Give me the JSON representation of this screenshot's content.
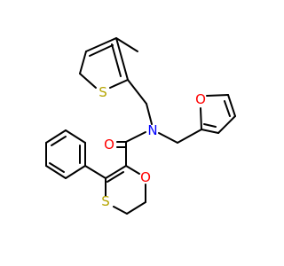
{
  "colors": {
    "background": "#ffffff",
    "bond": "#000000",
    "sulfur": "#b5a400",
    "oxygen": "#ff0000",
    "nitrogen": "#0000ff"
  },
  "atom_labels": {
    "S_thiophene": "S",
    "N_amide": "N",
    "O_furan": "O",
    "O_carbonyl": "O",
    "O_dioxin": "O",
    "S_dithiin": "S"
  }
}
